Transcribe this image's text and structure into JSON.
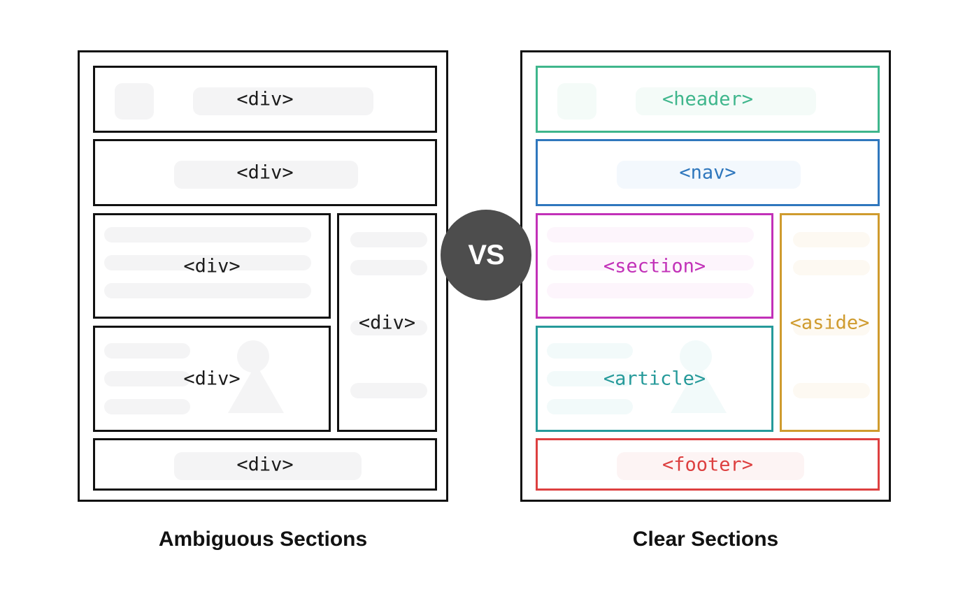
{
  "diagram": {
    "title_left": "Ambiguous Sections",
    "title_right": "Clear Sections",
    "vs_label": "VS",
    "colors": {
      "outline": "#111111",
      "vs_circle": "#4d4d4d",
      "header": "#3fb68c",
      "nav": "#2f77bd",
      "section": "#c231b8",
      "article": "#269a9a",
      "aside": "#cf9b2e",
      "footer": "#dd4040",
      "skeleton": "#f4f4f5"
    }
  },
  "left_panel": {
    "caption": "Ambiguous Sections",
    "blocks": [
      {
        "label": "<div>",
        "role": "header-block"
      },
      {
        "label": "<div>",
        "role": "nav-block"
      },
      {
        "label": "<div>",
        "role": "section-block"
      },
      {
        "label": "<div>",
        "role": "article-block"
      },
      {
        "label": "<div>",
        "role": "aside-block"
      },
      {
        "label": "<div>",
        "role": "footer-block"
      }
    ]
  },
  "right_panel": {
    "caption": "Clear Sections",
    "blocks": [
      {
        "label": "<header>",
        "role": "header-block"
      },
      {
        "label": "<nav>",
        "role": "nav-block"
      },
      {
        "label": "<section>",
        "role": "section-block"
      },
      {
        "label": "<article>",
        "role": "article-block"
      },
      {
        "label": "<aside>",
        "role": "aside-block"
      },
      {
        "label": "<footer>",
        "role": "footer-block"
      }
    ]
  }
}
